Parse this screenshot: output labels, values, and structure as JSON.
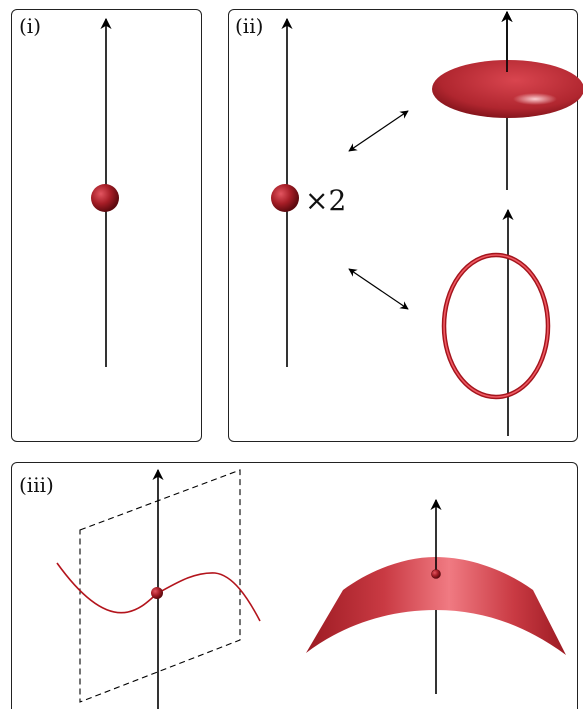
{
  "panels": [
    {
      "label": "(i)"
    },
    {
      "label": "(ii)"
    },
    {
      "label": "(iii)"
    }
  ],
  "multiplicity_label": "×2",
  "colors": {
    "axis": "#000000",
    "surface": "#c62b34",
    "surface_dark": "#8e1319",
    "surface_light": "#f07a82",
    "frame": "#222222"
  }
}
